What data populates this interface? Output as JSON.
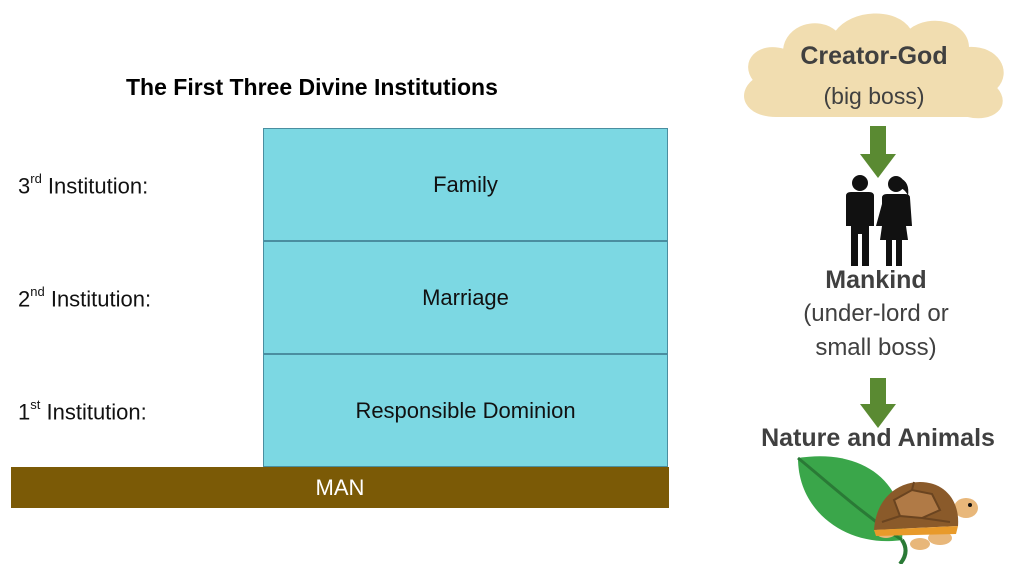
{
  "title": "The First Three Divine Institutions",
  "institutions": [
    {
      "num": "3",
      "suffix": "rd",
      "label": " Institution:",
      "block": "Family"
    },
    {
      "num": "2",
      "suffix": "nd",
      "label": " Institution:",
      "block": "Marriage"
    },
    {
      "num": "1",
      "suffix": "st",
      "label": " Institution:",
      "block": "Responsible Dominion"
    }
  ],
  "foundation": "MAN",
  "hierarchy": {
    "top_title": "Creator-God",
    "top_sub": "(big boss)",
    "middle_title": "Mankind",
    "middle_sub_1": "(under-lord or",
    "middle_sub_2": "small boss)",
    "bottom_title": "Nature and Animals"
  },
  "colors": {
    "block": "#7cd8e3",
    "foundation": "#7b5a06",
    "arrow": "#5a8a32",
    "cloud": "#f1ddb0"
  },
  "icons": [
    "cloud-icon",
    "arrow-down-icon",
    "people-icon",
    "leaf-icon",
    "turtle-icon"
  ]
}
